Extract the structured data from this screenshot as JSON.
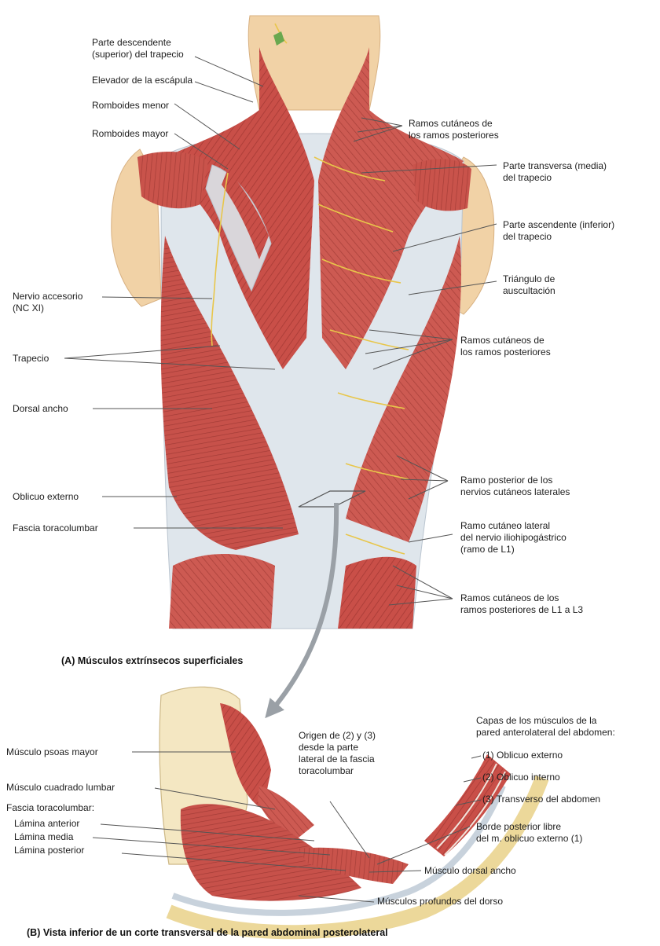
{
  "figure": {
    "caption_a": "(A) Músculos extrínsecos superficiales",
    "caption_b": "(B) Vista inferior de un corte transversal de la pared abdominal posterolateral",
    "labels_a": {
      "trap_desc": "Parte descendente\n(superior) del trapecio",
      "levator": "Elevador de la escápula",
      "rhomb_minor": "Romboides menor",
      "rhomb_major": "Romboides mayor",
      "cut_post_1": "Ramos cutáneos de\nlos ramos posteriores",
      "trap_trans": "Parte transversa (media)\ndel trapecio",
      "trap_asc": "Parte ascendente (inferior)\ndel trapecio",
      "ausc": "Triángulo de\nauscultación",
      "accessory": "Nervio accesorio\n(NC XI)",
      "cut_post_2": "Ramos cutáneos de\nlos ramos posteriores",
      "trapecio": "Trapecio",
      "dorsal": "Dorsal ancho",
      "obl_ext": "Oblicuo externo",
      "post_lat": "Ramo posterior de los\nnervios cutáneos laterales",
      "fascia": "Fascia toracolumbar",
      "iliohypo": "Ramo cutáneo lateral\ndel nervio iliohipogástrico\n(ramo de L1)",
      "l1l3": "Ramos cutáneos de los\nramos posteriores de L1 a L3"
    },
    "labels_b": {
      "layers_title": "Capas de los músculos de la\npared anterolateral del abdomen:",
      "layer1": "(1) Oblicuo externo",
      "layer2": "(2) Oblicuo interno",
      "layer3": "(3) Transverso del abdomen",
      "psoas": "Músculo psoas mayor",
      "origin": "Origen de (2) y (3)\ndesde la parte\nlateral de la fascia\ntoracolumbar",
      "quadratus": "Músculo cuadrado lumbar",
      "fascia_tl": "Fascia toracolumbar:",
      "lam_ant": "Lámina anterior",
      "lam_med": "Lámina media",
      "lam_post": "Lámina posterior",
      "border": "Borde posterior libre\ndel m. oblicuo externo (1)",
      "dorsal_b": "Músculo dorsal ancho",
      "deep": "Músculos profundos del dorso"
    },
    "colors": {
      "skin": "#f1d2a6",
      "muscle": "#c8504a",
      "fascia": "#dfe6ec",
      "bone": "#f4e7c2",
      "nerve": "#e8c64a"
    }
  }
}
